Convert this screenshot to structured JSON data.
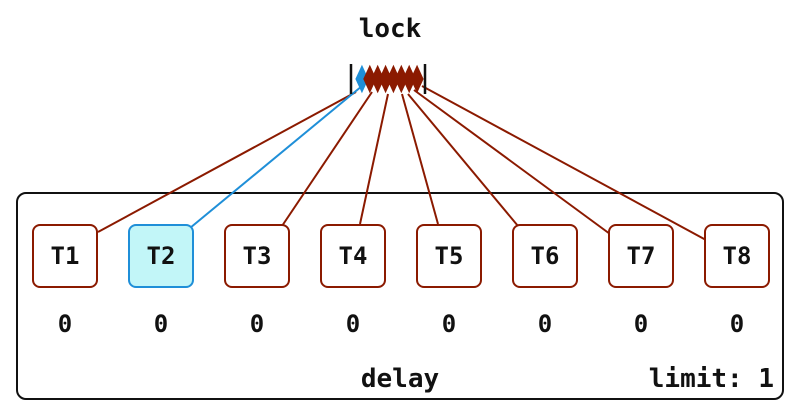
{
  "lock": {
    "title": "lock",
    "waiting_queue": 8
  },
  "panel": {
    "delay_label": "delay",
    "limit_label": "limit: 1"
  },
  "threads": [
    {
      "label": "T1",
      "count": "0",
      "active": false
    },
    {
      "label": "T2",
      "count": "0",
      "active": true
    },
    {
      "label": "T3",
      "count": "0",
      "active": false
    },
    {
      "label": "T4",
      "count": "0",
      "active": false
    },
    {
      "label": "T5",
      "count": "0",
      "active": false
    },
    {
      "label": "T6",
      "count": "0",
      "active": false
    },
    {
      "label": "T7",
      "count": "0",
      "active": false
    },
    {
      "label": "T8",
      "count": "0",
      "active": false
    }
  ],
  "colors": {
    "waiting": "#8b1a00",
    "active": "#1f8fd8",
    "active_fill": "#c2f6f8",
    "ink": "#111111"
  }
}
